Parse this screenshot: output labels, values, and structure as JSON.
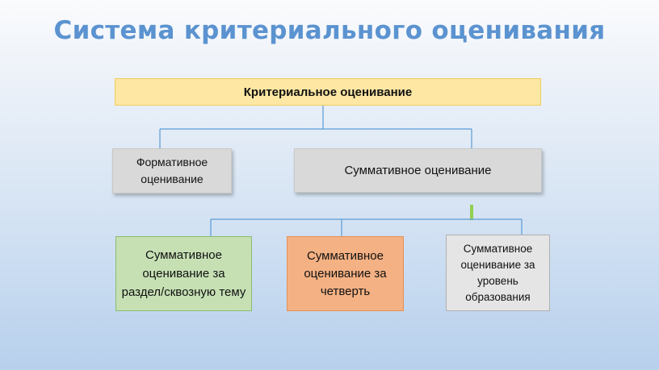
{
  "title": "Система критериального оценивания",
  "nodes": {
    "root": "Критериальное оценивание",
    "formative": "Формативное оценивание",
    "summative": "Суммативное оценивание",
    "summative_section": "Суммативное оценивание за раздел/сквозную тему",
    "summative_quarter": "Суммативное оценивание за четверть",
    "summative_level": "Суммативное оценивание за уровень образования"
  },
  "colors": {
    "title": "#5b93d0",
    "root": "#fde7a3",
    "formative": "#d9d9d9",
    "summative": "#d9d9d9",
    "summative_section": "#c6e0b4",
    "summative_quarter": "#f4b183",
    "summative_level": "#e5e5e5",
    "connector": "#5b9bd5",
    "accent_connector": "#92d050"
  }
}
